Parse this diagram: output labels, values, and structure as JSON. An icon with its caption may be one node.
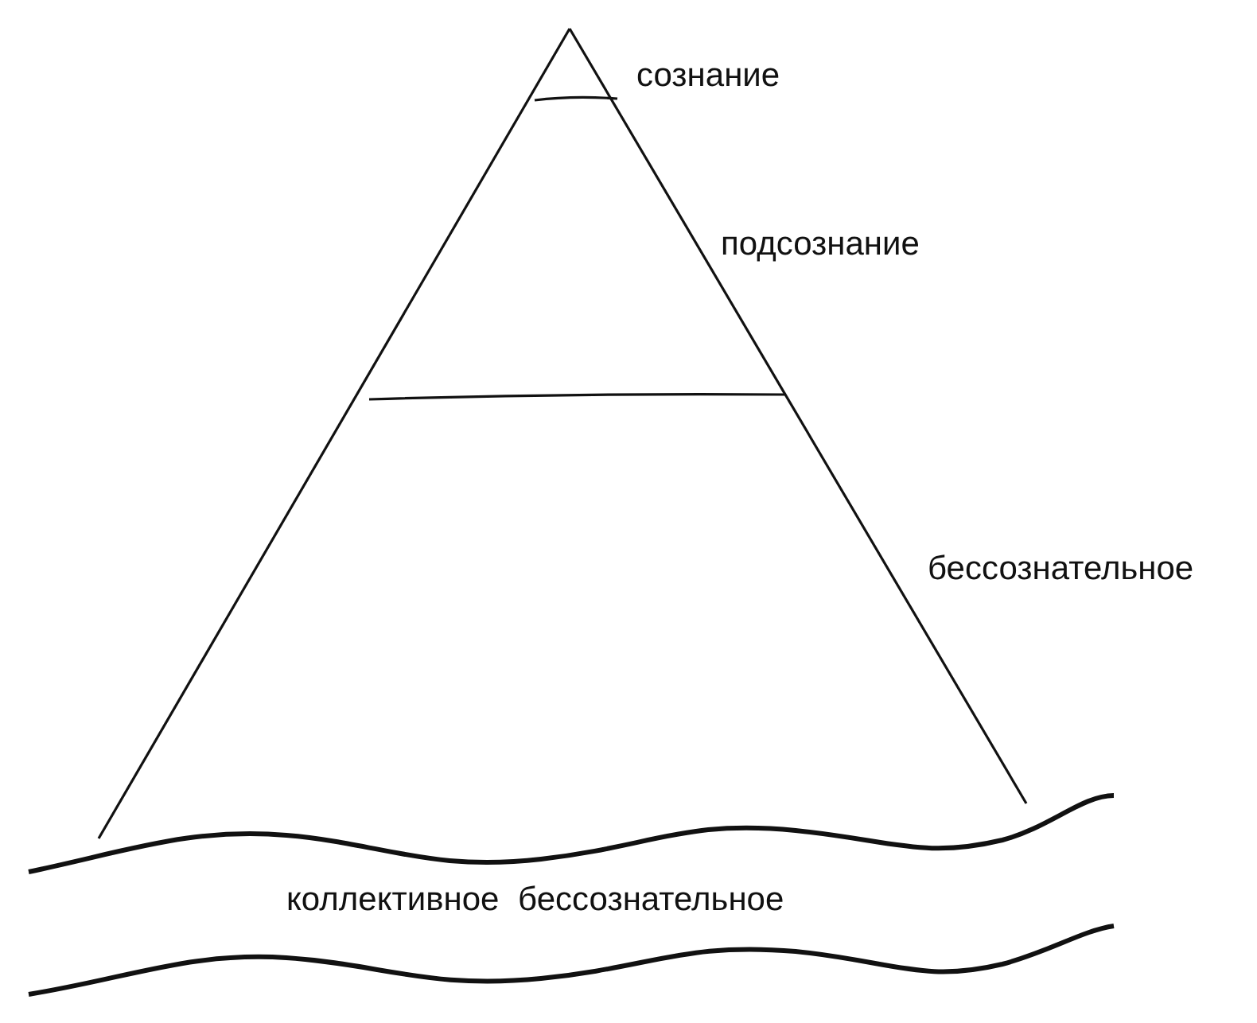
{
  "diagram": {
    "labels": [
      "сознание",
      "подсознание",
      "бессознательное",
      "коллективное бессознательное"
    ]
  }
}
